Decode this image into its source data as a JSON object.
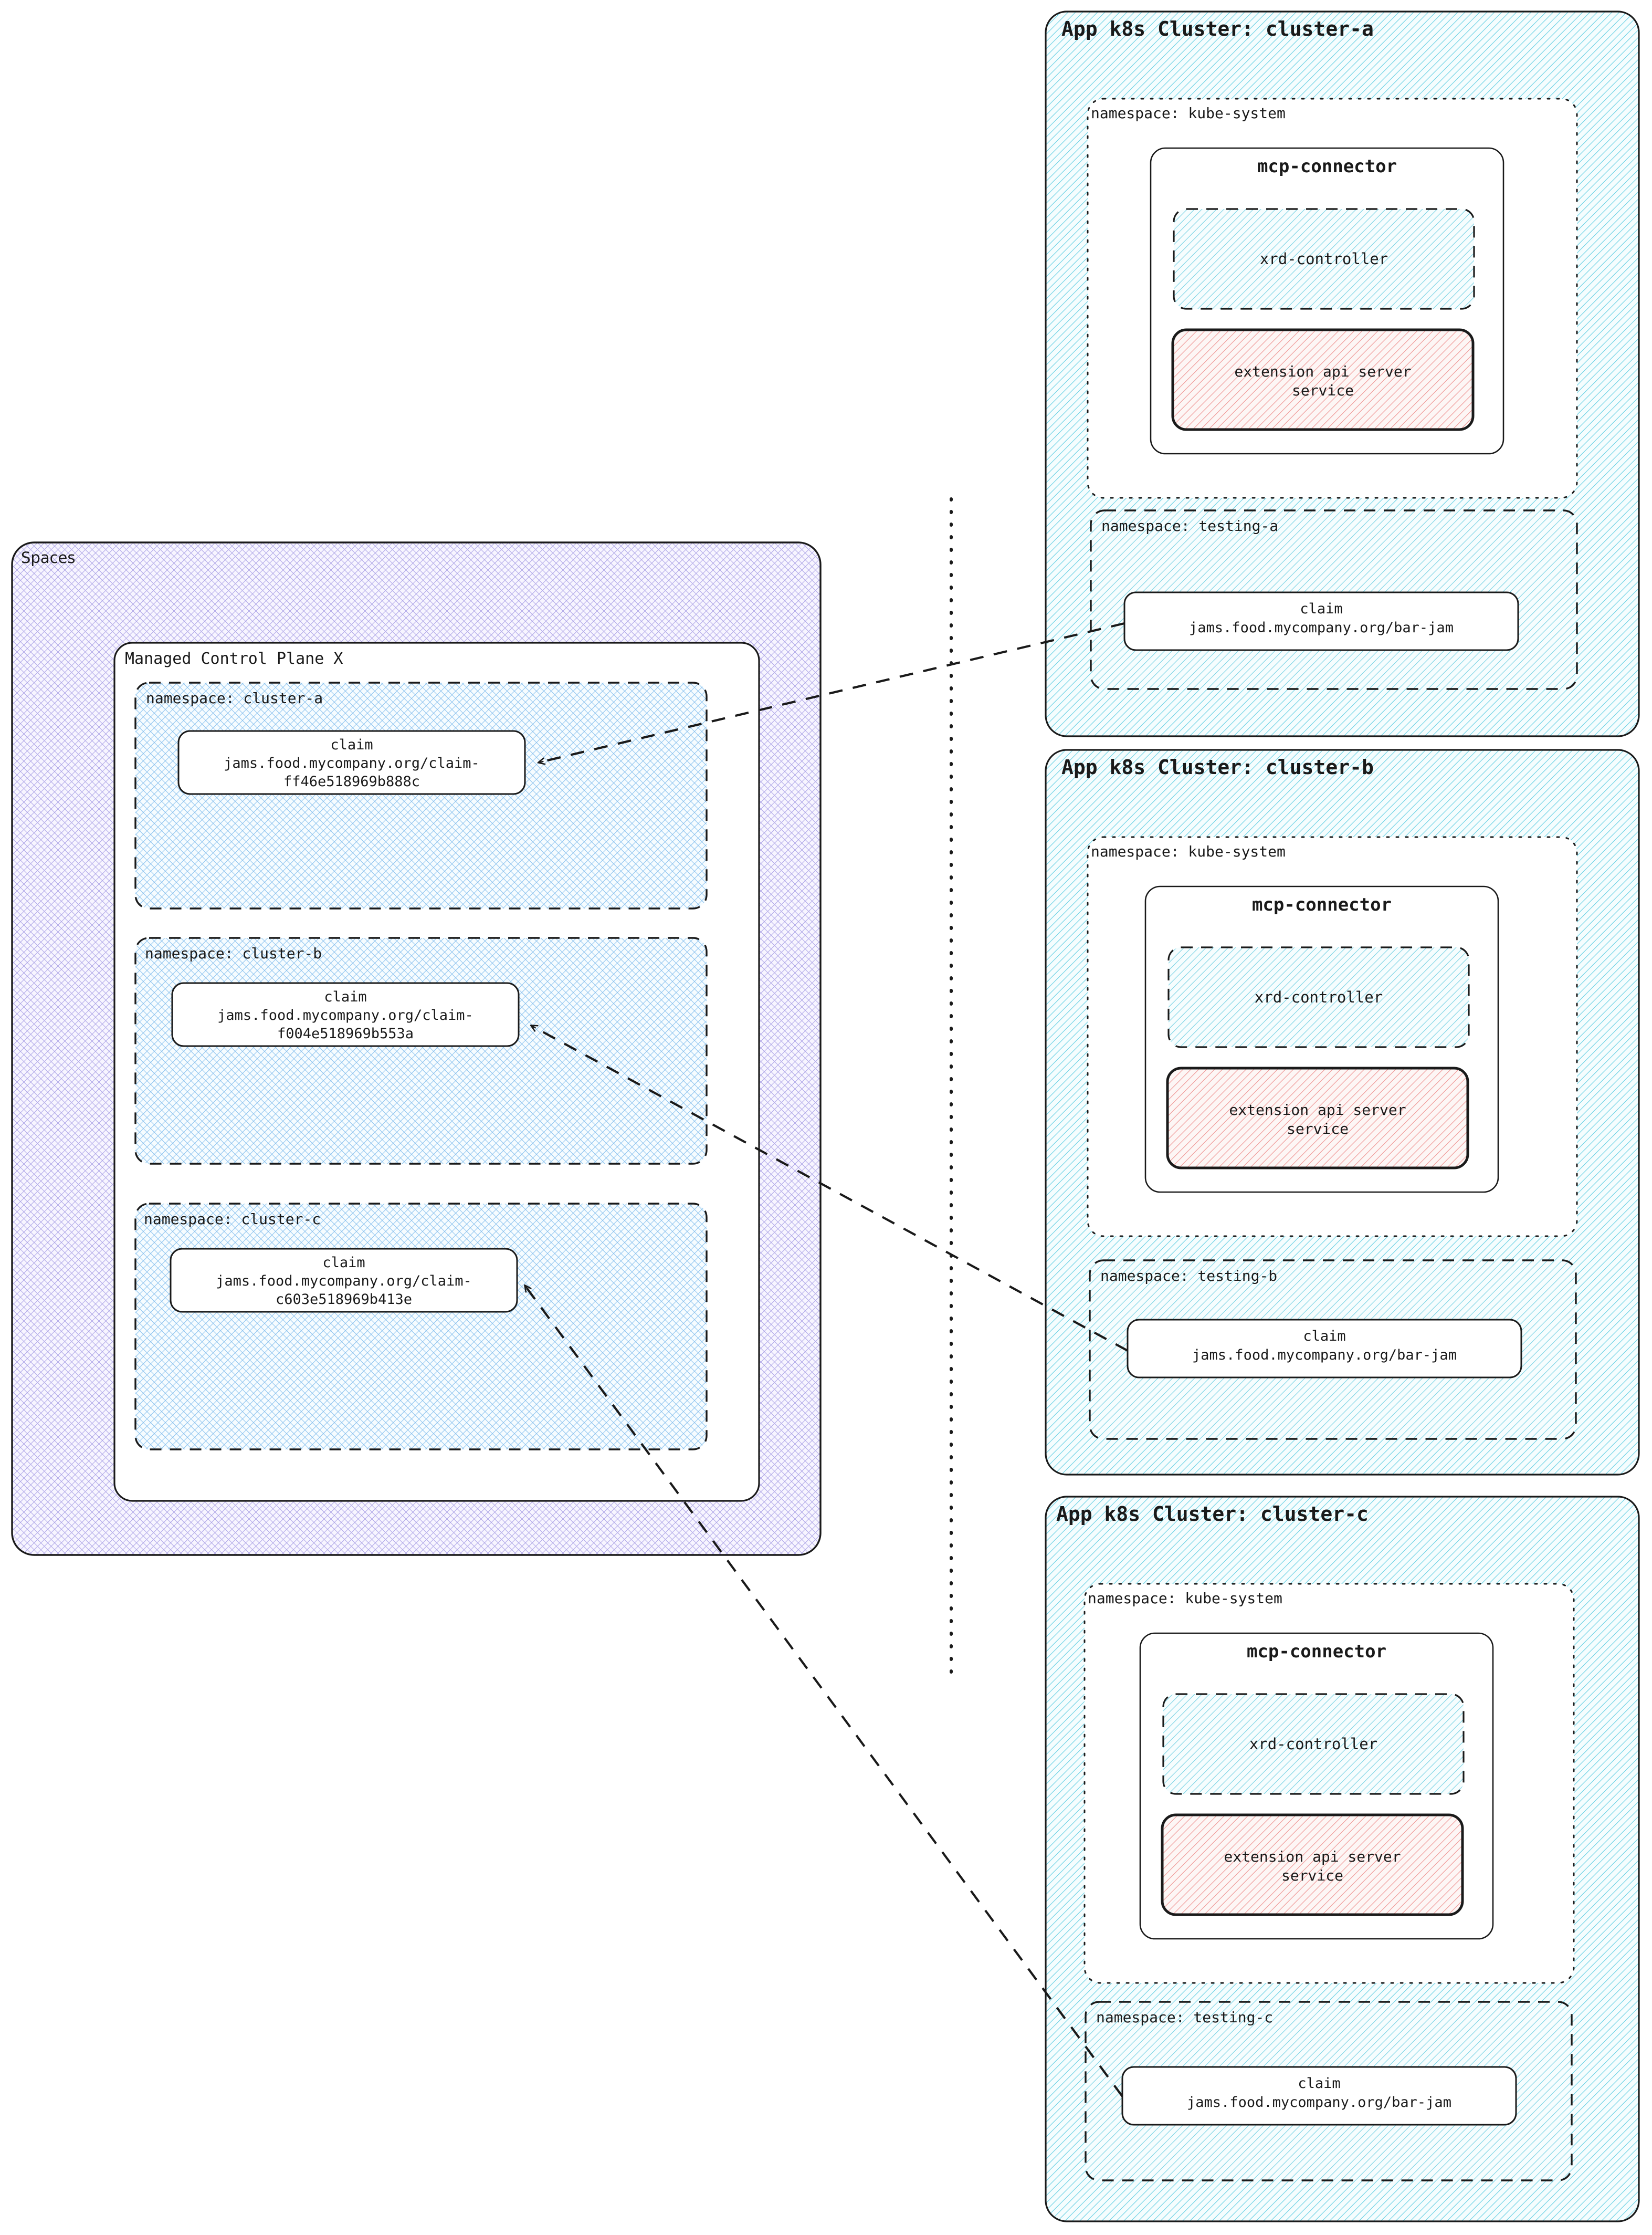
{
  "diagram": {
    "title_semantic": "crossplane-spaces-mcp-connector-topology",
    "colors": {
      "purple_hatch": "#b0a8e8",
      "purple_fill": "#f6f4fe",
      "blue_hatch": "#8fc4ef",
      "blue_fill": "#f4fbff",
      "cyan_hatch": "#7fd8e8",
      "cyan_fill": "#f3fcfd",
      "red_hatch": "#f0a8a8",
      "red_fill": "#fdf5f4",
      "stroke": "#1a1a1a",
      "white": "#ffffff"
    }
  },
  "spaces": {
    "label": "Spaces",
    "control_plane": {
      "label": "Managed Control Plane X",
      "namespaces": [
        {
          "label": "namespace: cluster-a",
          "claim": {
            "kind": "claim",
            "ref": "jams.food.mycompany.org/claim-",
            "ref2": "ff46e518969b888c"
          }
        },
        {
          "label": "namespace: cluster-b",
          "claim": {
            "kind": "claim",
            "ref": "jams.food.mycompany.org/claim-",
            "ref2": "f004e518969b553a"
          }
        },
        {
          "label": "namespace: cluster-c",
          "claim": {
            "kind": "claim",
            "ref": "jams.food.mycompany.org/claim-",
            "ref2": "c603e518969b413e"
          }
        }
      ]
    }
  },
  "clusters": [
    {
      "title": "App k8s Cluster: cluster-a",
      "kube_system": {
        "label": "namespace: kube-system",
        "connector": {
          "label": "mcp-connector",
          "xrd_controller": "xrd-controller",
          "ext_api_line1": "extension api server",
          "ext_api_line2": "service"
        }
      },
      "testing": {
        "label": "namespace: testing-a",
        "claim": {
          "kind": "claim",
          "ref": "jams.food.mycompany.org/bar-jam"
        }
      }
    },
    {
      "title": "App k8s Cluster: cluster-b",
      "kube_system": {
        "label": "namespace: kube-system",
        "connector": {
          "label": "mcp-connector",
          "xrd_controller": "xrd-controller",
          "ext_api_line1": "extension api server",
          "ext_api_line2": "service"
        }
      },
      "testing": {
        "label": "namespace: testing-b",
        "claim": {
          "kind": "claim",
          "ref": "jams.food.mycompany.org/bar-jam"
        }
      }
    },
    {
      "title": "App k8s Cluster: cluster-c",
      "kube_system": {
        "label": "namespace: kube-system",
        "connector": {
          "label": "mcp-connector",
          "xrd_controller": "xrd-controller",
          "ext_api_line1": "extension api server",
          "ext_api_line2": "service"
        }
      },
      "testing": {
        "label": "namespace: testing-c",
        "claim": {
          "kind": "claim",
          "ref": "jams.food.mycompany.org/bar-jam"
        }
      }
    }
  ],
  "connections": [
    {
      "name": "testing-a-claim-to-cluster-a-claim",
      "style": "dashed-arrow"
    },
    {
      "name": "testing-b-claim-to-cluster-b-claim",
      "style": "dashed-arrow"
    },
    {
      "name": "testing-c-claim-to-cluster-c-claim",
      "style": "dashed-arrow"
    }
  ],
  "divider": {
    "name": "vertical-dotted-boundary",
    "style": "dotted"
  }
}
